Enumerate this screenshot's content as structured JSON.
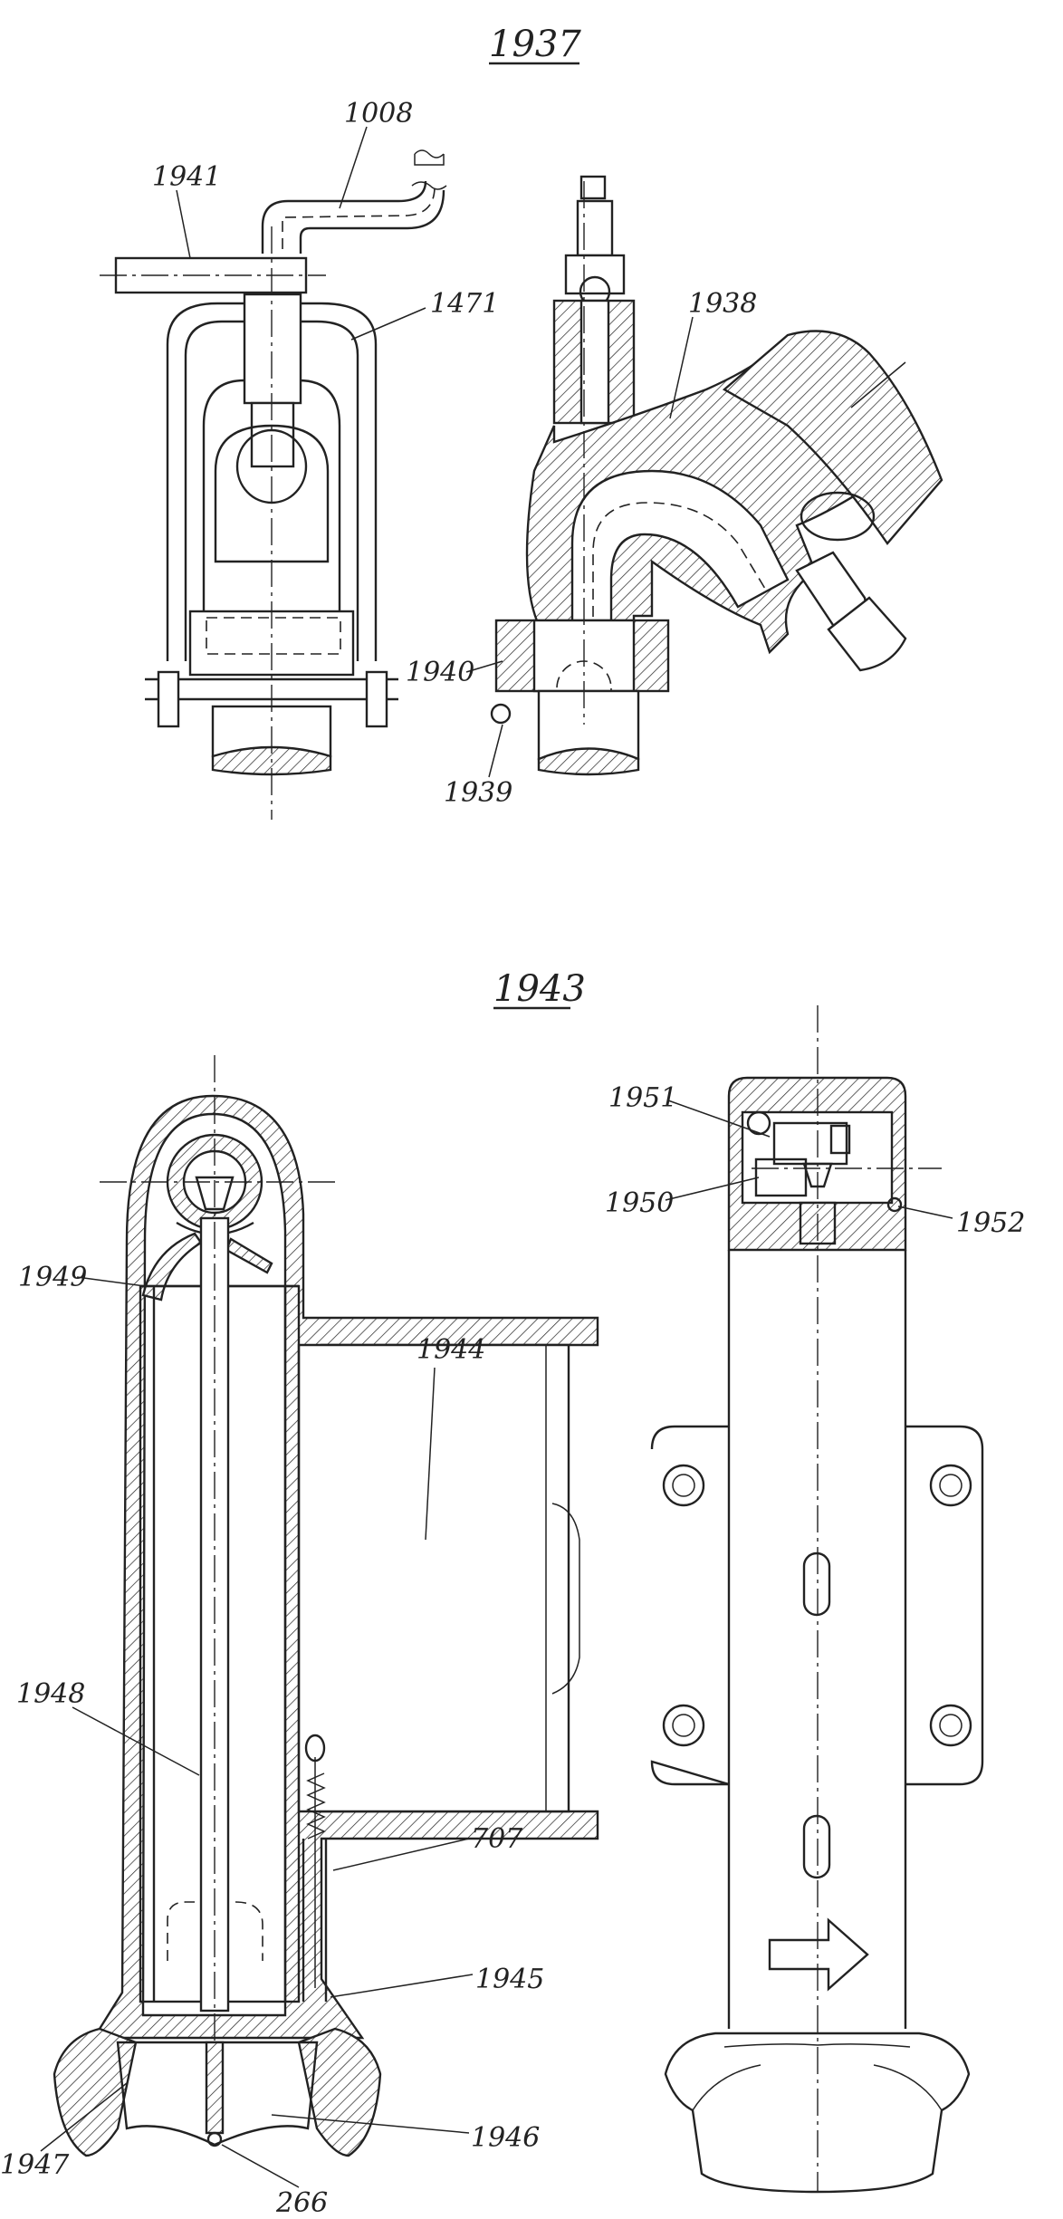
{
  "figures": [
    {
      "id": "fig-1937",
      "title": "1937"
    },
    {
      "id": "fig-1943",
      "title": "1943"
    }
  ],
  "labels": {
    "l1008": "1008",
    "l1941": "1941",
    "l1471": "1471",
    "l1938": "1938",
    "l1940": "1940",
    "l1939": "1939",
    "l1944": "1944",
    "l1949": "1949",
    "l1948": "1948",
    "l707": "707",
    "l1945": "1945",
    "l1946": "1946",
    "l1947": "1947",
    "l266": "266",
    "l1951": "1951",
    "l1950": "1950",
    "l1952": "1952"
  }
}
